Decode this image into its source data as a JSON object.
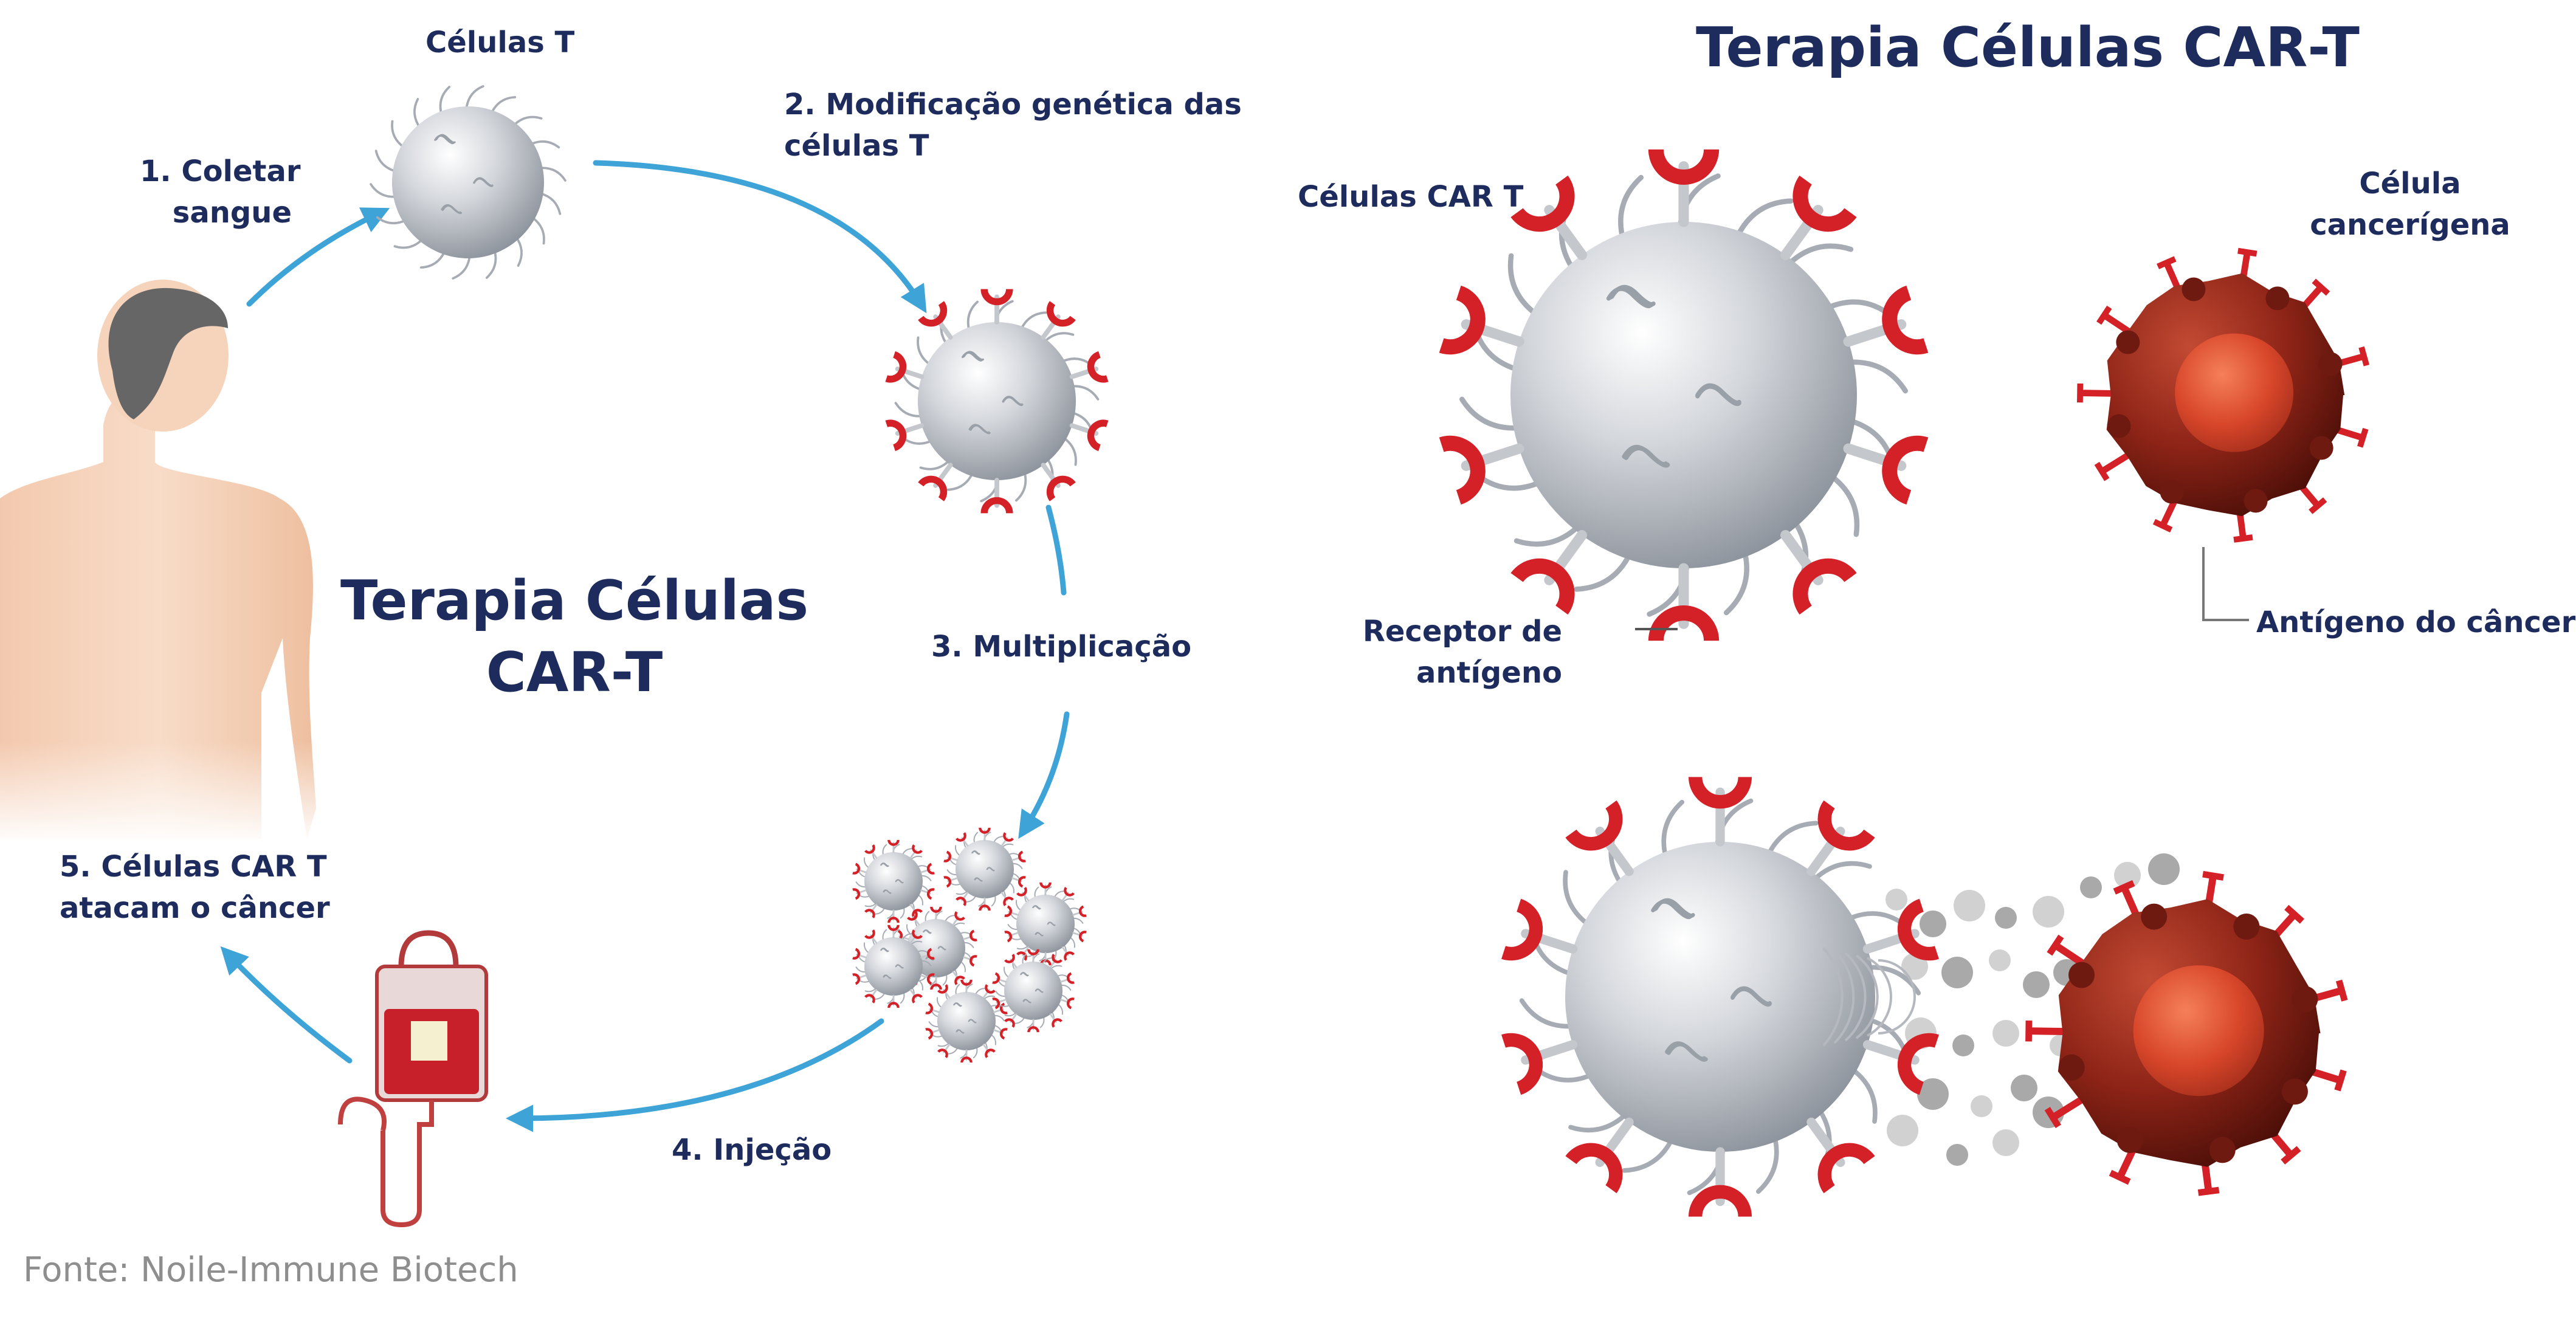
{
  "left_panel": {
    "title_line1": "Terapia Células",
    "title_line2": "CAR-T",
    "cells_t_label": "Células T",
    "step1_line1": "1. Coletar",
    "step1_line2": "sangue",
    "step2_line1": "2. Modificação genética das",
    "step2_line2": "células T",
    "step3": "3. Multiplicação",
    "step4": "4. Injeção",
    "step5_line1": "5. Células CAR T",
    "step5_line2": "atacam o câncer"
  },
  "right_panel": {
    "title": "Terapia Células CAR-T",
    "car_t_label": "Células CAR T",
    "cancer_line1": "Célula",
    "cancer_line2": "cancerígena",
    "receptor_line1": "Receptor de",
    "receptor_line2": "antígeno",
    "antigen_label": "Antígeno do câncer"
  },
  "source": "Fonte: Noile-Immune Biotech",
  "colors": {
    "text": "#1d2c5c",
    "arrow": "#3ea3d6",
    "receptor": "#d42027",
    "cancer": "#8e2417",
    "tcell": "#c9ccd2",
    "skin": "#f6d3bb",
    "hair": "#6b6b6b",
    "source_text": "#8e8e8e"
  }
}
